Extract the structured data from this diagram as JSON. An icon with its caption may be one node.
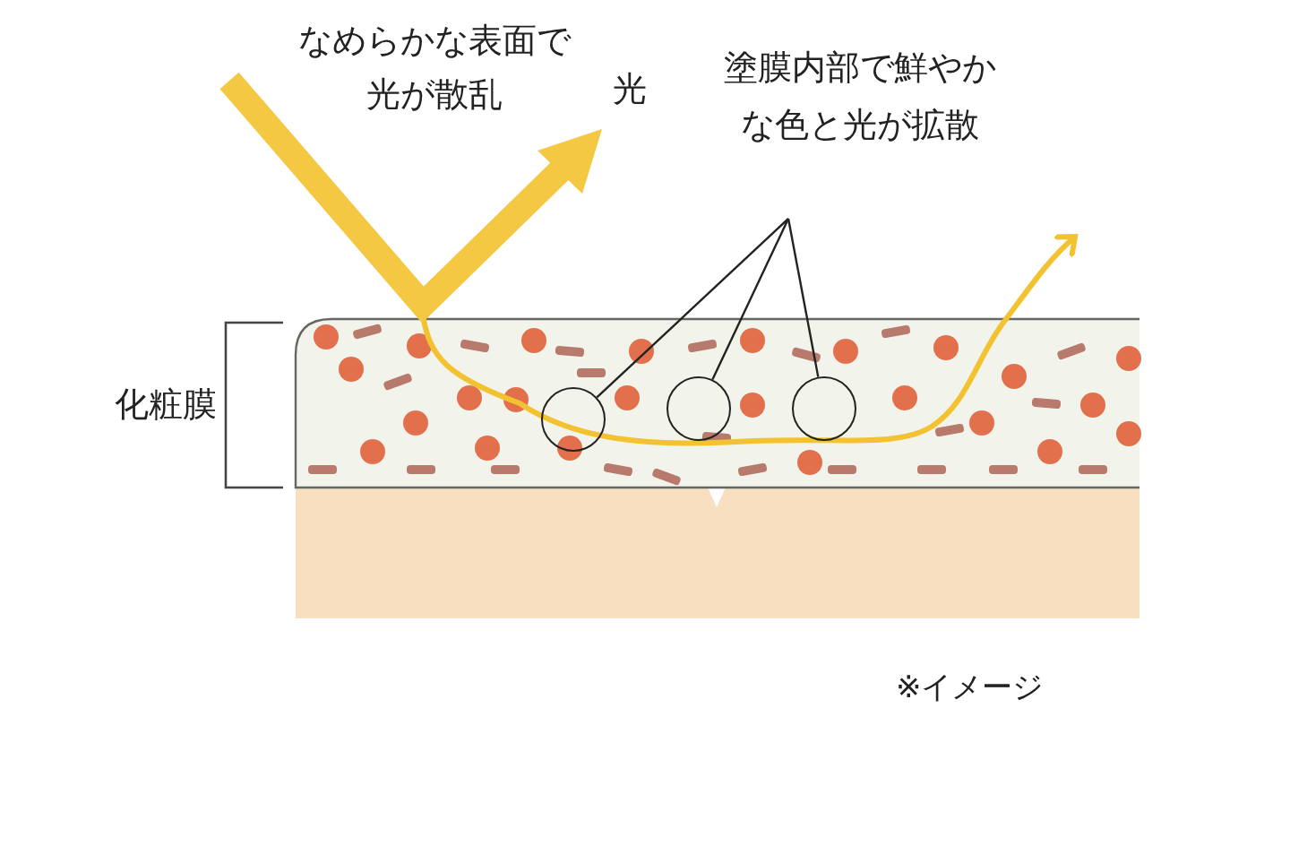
{
  "diagram": {
    "nodes": [
      {
        "text": [
          "塗膜内部で鮮やかな色と光が拡散"
        ]
      },
      {
        "text": [],
        "shape": "circle"
      },
      {
        "text": [],
        "shape": "circle"
      },
      {
        "text": [],
        "shape": "circle"
      }
    ],
    "edges": [
      {
        "from": 0,
        "to": 1,
        "arrow": "none"
      },
      {
        "from": 0,
        "to": 2,
        "arrow": "none"
      },
      {
        "from": 0,
        "to": 3,
        "arrow": "none"
      }
    ],
    "labels": [
      "なめらかな表面で光が散乱",
      "光",
      "化粧膜",
      "※イメージ"
    ]
  }
}
